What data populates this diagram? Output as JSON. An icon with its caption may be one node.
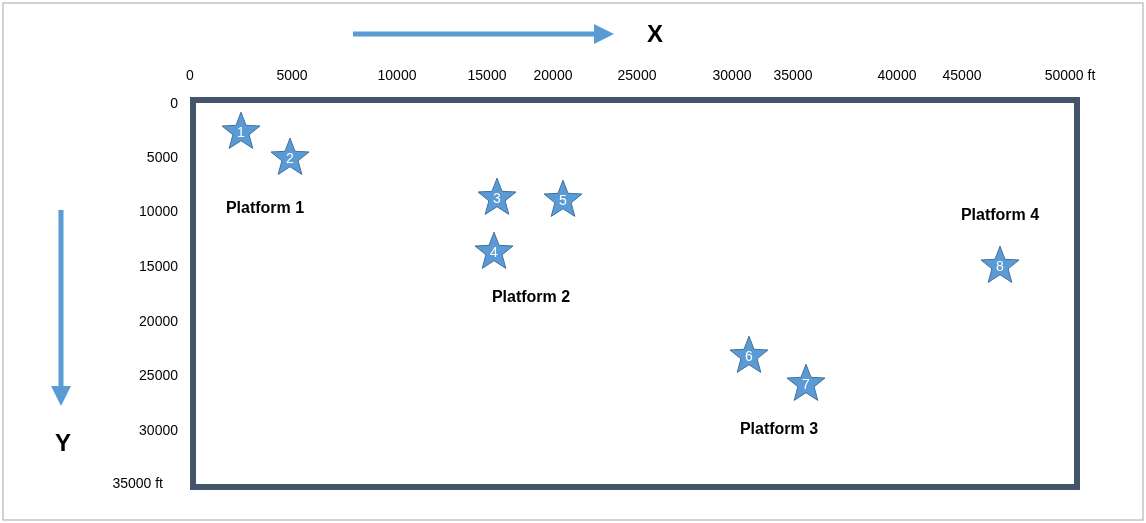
{
  "diagram": {
    "nodes": [
      {
        "text": [
          "1"
        ]
      },
      {
        "text": [
          "2"
        ]
      },
      {
        "text": [
          "3"
        ]
      },
      {
        "text": [
          "5"
        ]
      },
      {
        "text": [
          "4"
        ]
      },
      {
        "text": [
          "6"
        ]
      },
      {
        "text": [
          "7"
        ]
      },
      {
        "text": [
          "8"
        ]
      }
    ],
    "labels": [
      "X",
      "0",
      "5000",
      "10000",
      "15000",
      "20000",
      "25000",
      "30000",
      "35000",
      "40000",
      "45000",
      "50000 ft",
      "0",
      "5000",
      "10000",
      "Platform 1",
      "Platform 4",
      "15000",
      "Platform 2",
      "20000",
      "25000",
      "30000",
      "Platform 3",
      "Y",
      "35000 ft"
    ]
  }
}
